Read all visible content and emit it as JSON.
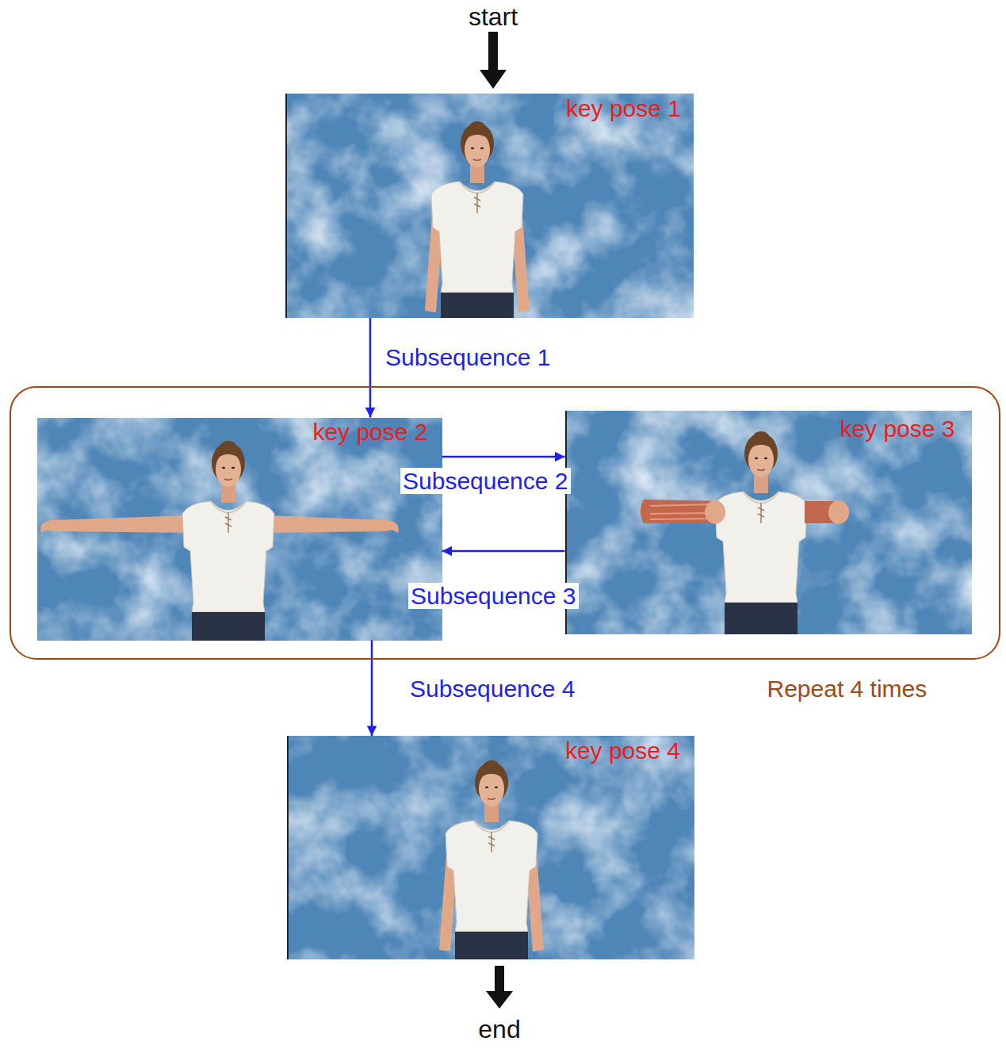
{
  "diagram": {
    "nodes": [
      {
        "text": [
          "key pose 1"
        ]
      },
      {
        "text": [
          "Repeat 4 times"
        ]
      },
      {
        "text": [
          "key pose 2"
        ],
        "in": 1
      },
      {
        "text": [
          "key pose 3"
        ],
        "in": 1
      },
      {
        "text": [
          "key pose 4"
        ]
      }
    ],
    "edges": [
      {
        "from": 0,
        "to": 2,
        "label": "Subsequence 1",
        "arrow": "to"
      },
      {
        "from": 2,
        "to": 3,
        "label": "Subsequence 2",
        "arrow": "to"
      },
      {
        "from": 3,
        "to": 2,
        "label": "Subsequence 3",
        "arrow": "to"
      },
      {
        "from": 2,
        "to": 4,
        "label": "Subsequence 4",
        "arrow": "to"
      }
    ],
    "labels": [
      "start",
      "end"
    ]
  }
}
